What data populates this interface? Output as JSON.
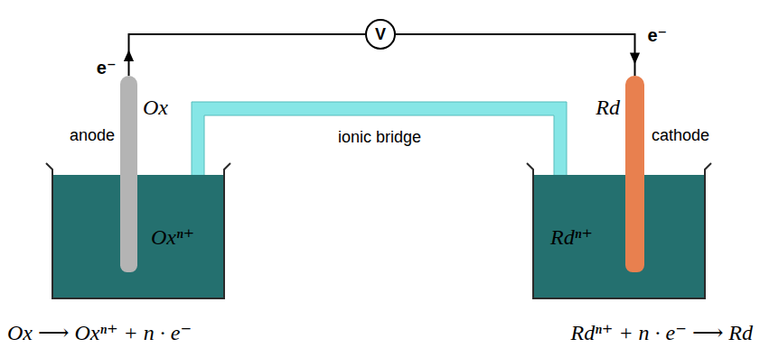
{
  "diagram": {
    "nodes": [
      {
        "text": [
          "anode",
          "Ox"
        ]
      },
      {
        "text": [
          "V"
        ]
      },
      {
        "text": [
          "Rd",
          "cathode"
        ]
      },
      {
        "text": [
          "Oxⁿ⁺"
        ]
      },
      {
        "text": [
          "Rdⁿ⁺"
        ]
      }
    ],
    "edges": [
      {
        "from": 0,
        "to": 1,
        "arrow": "to",
        "label": "e⁻"
      },
      {
        "from": 1,
        "to": 2,
        "arrow": "to",
        "label": "e⁻"
      }
    ],
    "labels": [
      "ionic bridge",
      "Ox ⟶ Oxⁿ⁺ + n · e⁻",
      "Rdⁿ⁺ + n · e⁻ ⟶ Rd"
    ]
  }
}
